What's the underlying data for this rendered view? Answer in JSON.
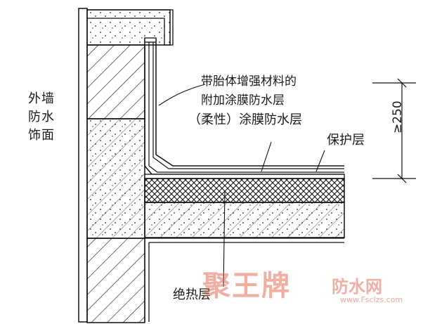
{
  "labels": {
    "wall_finish": "外墙防水饰面",
    "additional_layer_line1": "带胎体增强材料的",
    "additional_layer_line2": "附加涂膜防水层",
    "flexible_layer": "（柔性）涂膜防水层",
    "protective_layer": "保护层",
    "insulation_layer": "绝热层",
    "dimension": "≥250"
  },
  "watermark": {
    "brand": "聚王牌",
    "sub": "防水网",
    "url": "www.Fsclzs.com"
  }
}
